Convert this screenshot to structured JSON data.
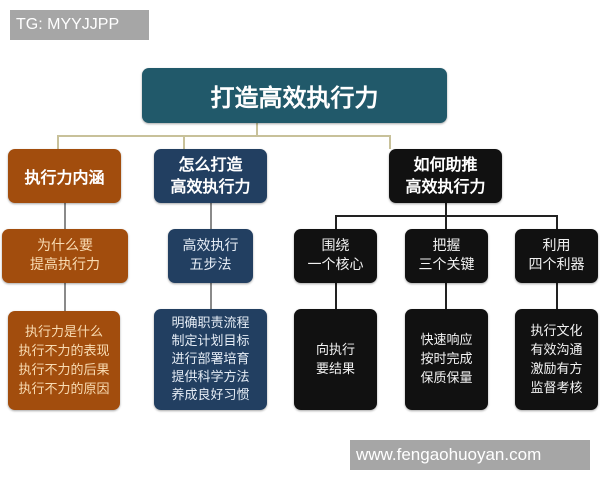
{
  "watermarks": {
    "top_left": "TG: MYYJJPP",
    "bottom_right": "www.fengaohuoyan.com"
  },
  "root": {
    "label": "打造高效执行力"
  },
  "branches": [
    {
      "title": [
        "执行力内涵"
      ],
      "color": "#a24d0d",
      "sub": {
        "lines": [
          "为什么要",
          "提高执行力"
        ]
      },
      "leaf": {
        "lines": [
          "执行力是什么",
          "执行不力的表现",
          "执行不力的后果",
          "执行不力的原因"
        ]
      }
    },
    {
      "title": [
        "怎么打造",
        "高效执行力"
      ],
      "color": "#223f61",
      "sub": {
        "lines": [
          "高效执行",
          "五步法"
        ]
      },
      "leaf": {
        "lines": [
          "明确职责流程",
          "制定计划目标",
          "进行部署培育",
          "提供科学方法",
          "养成良好习惯"
        ]
      }
    },
    {
      "title": [
        "如何助推",
        "高效执行力"
      ],
      "color": "#111111",
      "children": [
        {
          "sub": {
            "lines": [
              "围绕",
              "一个核心"
            ]
          },
          "leaf": {
            "lines": [
              "向执行",
              "要结果"
            ]
          }
        },
        {
          "sub": {
            "lines": [
              "把握",
              "三个关键"
            ]
          },
          "leaf": {
            "lines": [
              "快速响应",
              "按时完成",
              "保质保量"
            ]
          }
        },
        {
          "sub": {
            "lines": [
              "利用",
              "四个利器"
            ]
          },
          "leaf": {
            "lines": [
              "执行文化",
              "有效沟通",
              "激励有方",
              "监督考核"
            ]
          }
        }
      ]
    }
  ]
}
